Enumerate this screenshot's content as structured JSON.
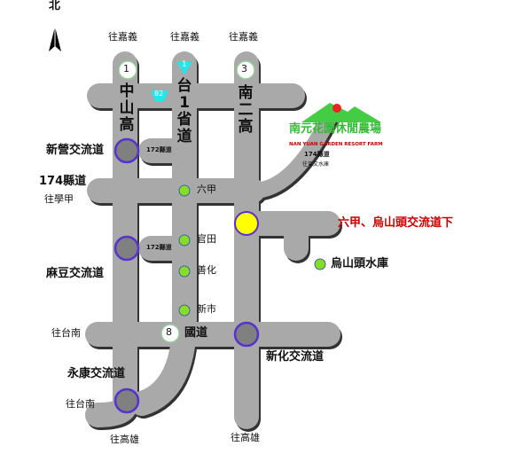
{
  "north": "北",
  "directions": {
    "chiayi1": "往嘉義",
    "chiayi2": "往嘉義",
    "chiayi3": "往嘉義",
    "xuejia": "往學甲",
    "tainan1": "往台南",
    "tainan2": "往台南",
    "kaohsiung1": "往高雄",
    "kaohsiung2": "往高雄",
    "zengwen": "往曾文水庫"
  },
  "highways": {
    "h1_num": "1",
    "h1_name": "中山高",
    "t1_num": "1",
    "t1_name": "台1省道",
    "h3_num": "3",
    "h3_name": "南二高",
    "h8_num": "8",
    "h8_name": "國道",
    "p82": "82",
    "r172a": "172縣道",
    "r172b": "172縣道",
    "r174": "174縣道",
    "r174b": "174縣道"
  },
  "interchanges": {
    "xinying": "新營交流道",
    "madou": "麻豆交流道",
    "yongkang": "永康交流道",
    "xinhua": "新化交流道",
    "destination": "六甲、烏山頭交流道下"
  },
  "places": {
    "liujia": "六甲",
    "guantian": "官田",
    "shanhua": "善化",
    "xinshi": "新市",
    "reservoir": "烏山頭水庫"
  },
  "logo": {
    "name": "南元花園休閒農場",
    "english": "NAN YUAN GARDEN RESORT FARM"
  },
  "colors": {
    "road": "#a9a9a9",
    "interchange": "#808080",
    "ring": "#5533cc",
    "dest": "#ffff00",
    "green": "#88dd22",
    "red": "#cc0000",
    "cyan": "#22e5ee"
  }
}
